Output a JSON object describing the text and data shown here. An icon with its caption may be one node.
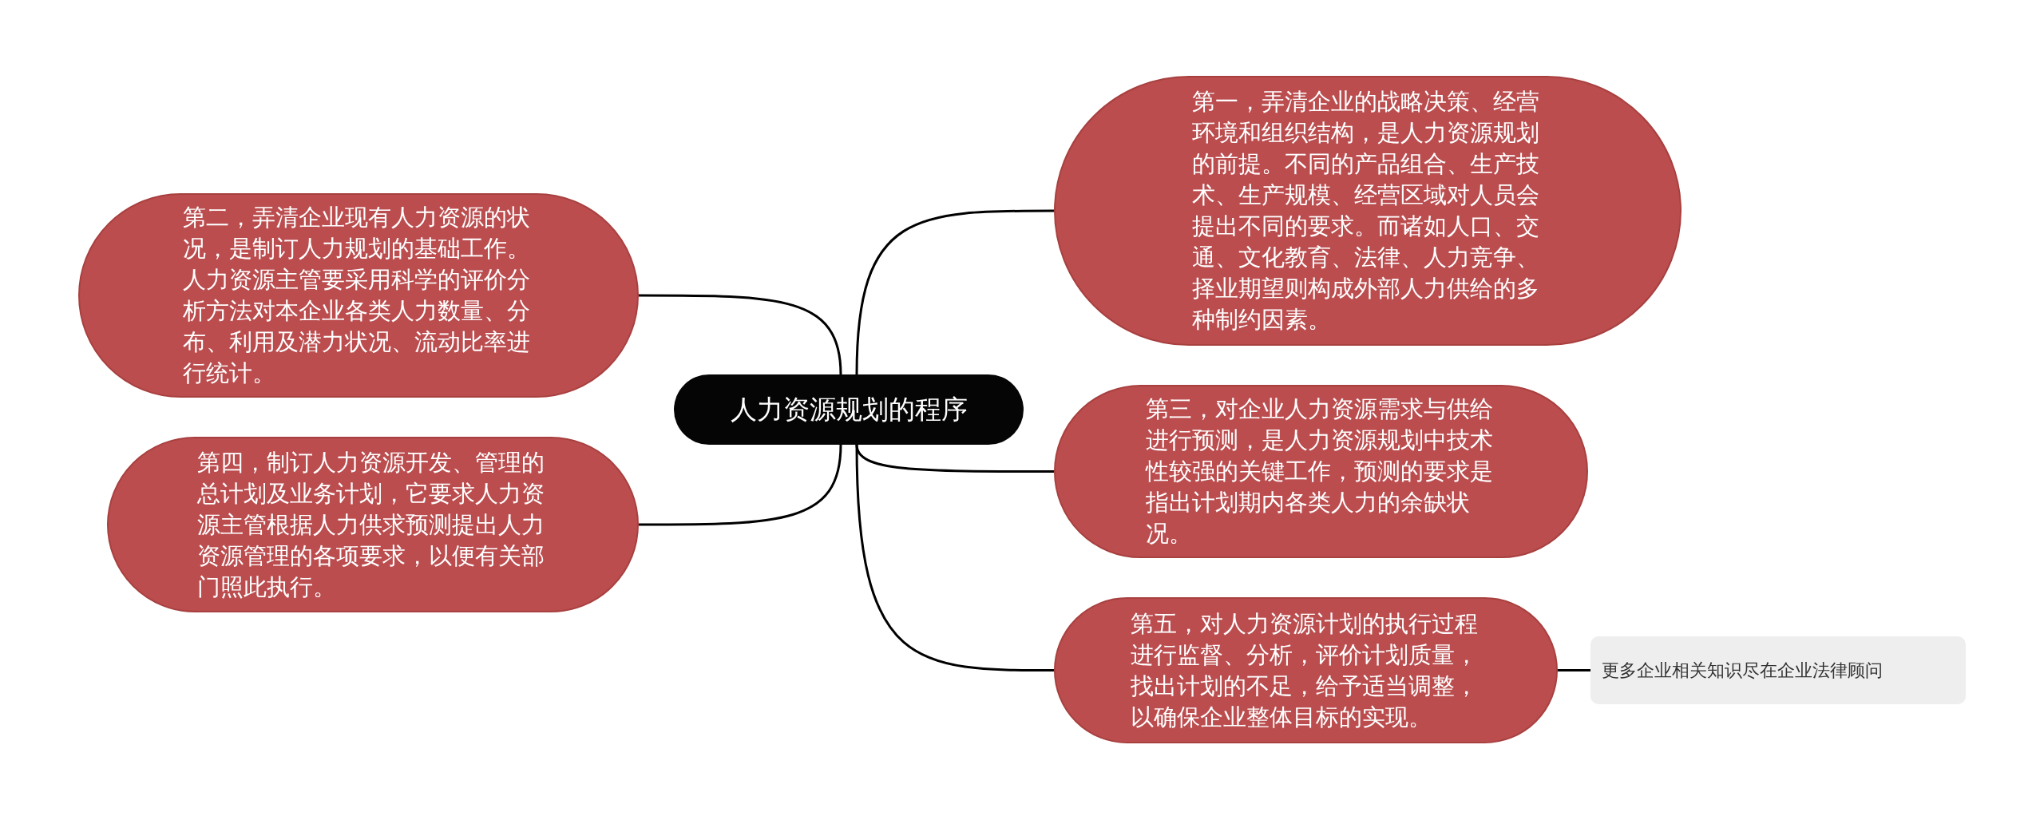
{
  "diagram": {
    "nodes": [
      {
        "text": [
          "人力资源规划的程序"
        ]
      },
      {
        "text": [
          "第一，弄清企业的战略决策、经营环境和组织结构，是人力资源规划的前提。不同的产品组合、生产技术、生产规模、经营区域对人员会提出不同的要求。而诸如人口、交通、文化教育、法律、人力竞争、择业期望则构成外部人力供给的多种制约因素。"
        ]
      },
      {
        "text": [
          "第二，弄清企业现有人力资源的状况，是制订人力规划的基础工作。人力资源主管要采用科学的评价分析方法对本企业各类人力数量、分布、利用及潜力状况、流动比率进行统计。"
        ]
      },
      {
        "text": [
          "第三，对企业人力资源需求与供给进行预测，是人力资源规划中技术性较强的关键工作，预测的要求是指出计划期内各类人力的余缺状况。"
        ]
      },
      {
        "text": [
          "第四，制订人力资源开发、管理的总计划及业务计划，它要求人力资源主管根据人力供求预测提出人力资源管理的各项要求，以便有关部门照此执行。"
        ]
      },
      {
        "text": [
          "第五，对人力资源计划的执行过程进行监督、分析，评价计划质量，找出计划的不足，给予适当调整，以确保企业整体目标的实现。"
        ]
      },
      {
        "text": [
          "更多企业相关知识尽在企业法律顾问"
        ]
      }
    ],
    "edges": [
      {
        "from": 0,
        "to": 1,
        "arrow": "none"
      },
      {
        "from": 0,
        "to": 2,
        "arrow": "none"
      },
      {
        "from": 0,
        "to": 3,
        "arrow": "none"
      },
      {
        "from": 0,
        "to": 4,
        "arrow": "none"
      },
      {
        "from": 0,
        "to": 5,
        "arrow": "none"
      },
      {
        "from": 5,
        "to": 6,
        "arrow": "none"
      }
    ]
  }
}
